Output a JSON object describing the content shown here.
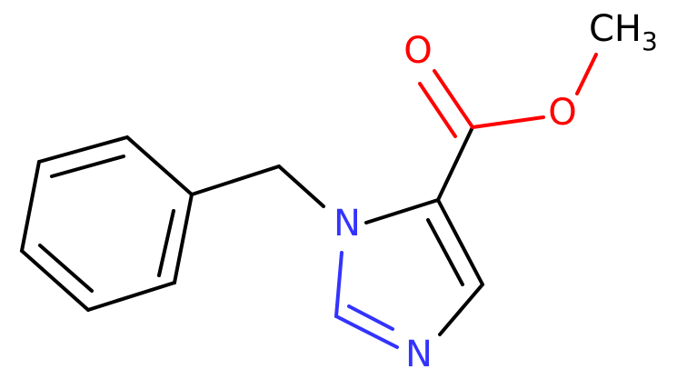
{
  "diagram": {
    "atoms": {
      "N1": {
        "label": "N",
        "color": "#3333ff"
      },
      "N3": {
        "label": "N",
        "color": "#3333ff"
      },
      "O_carbonyl": {
        "label": "O",
        "color": "#ff0000"
      },
      "O_ester": {
        "label": "O",
        "color": "#ff0000"
      },
      "methyl": {
        "label": "CH",
        "subscript": "3",
        "color": "#000000"
      }
    }
  }
}
